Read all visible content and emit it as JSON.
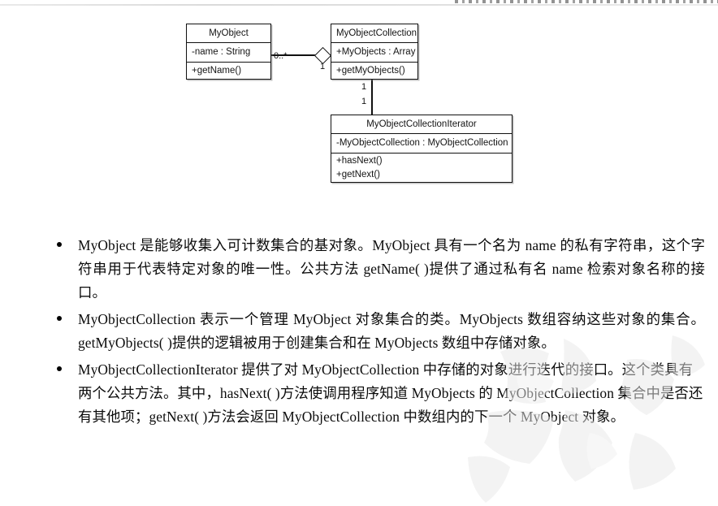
{
  "page": {
    "background_color": "#ffffff",
    "text_color": "#0b0b0b",
    "line_color": "#111111",
    "watermark_color": "#e9e9e9",
    "top_cut_line_note": "partially cropped line of text at the very top edge"
  },
  "diagram": {
    "type": "uml-class-diagram",
    "classes": [
      {
        "id": "myobject",
        "name": "MyObject",
        "attributes": [
          "-name : String"
        ],
        "operations": [
          "+getName()"
        ]
      },
      {
        "id": "myobjectcollection",
        "name": "MyObjectCollection",
        "attributes": [
          "+MyObjects : Array"
        ],
        "operations": [
          "+getMyObjects()"
        ]
      },
      {
        "id": "myobjectcollectioniterator",
        "name": "MyObjectCollectionIterator",
        "attributes": [
          "-MyObjectCollection : MyObjectCollection"
        ],
        "operations": [
          "+hasNext()",
          "+getNext()"
        ]
      }
    ],
    "relationships": [
      {
        "kind": "aggregation",
        "from": "myobject",
        "to": "myobjectcollection",
        "source_multiplicity": "0..*",
        "target_multiplicity": "1"
      },
      {
        "kind": "association",
        "from": "myobjectcollection",
        "to": "myobjectcollectioniterator",
        "source_multiplicity": "1",
        "target_multiplicity": "1"
      }
    ]
  },
  "content": {
    "bullets": [
      {
        "id": "bullet-myobject",
        "text": "MyObject 是能够收集入可计数集合的基对象。MyObject 具有一个名为 name 的私有字符串，这个字符串用于代表特定对象的唯一性。公共方法 getName( )提供了通过私有名 name 检索对象名称的接口。"
      },
      {
        "id": "bullet-myobjectcollection",
        "text": "MyObjectCollection 表示一个管理 MyObject 对象集合的类。MyObjects 数组容纳这些对象的集合。getMyObjects( )提供的逻辑被用于创建集合和在 MyObjects 数组中存储对象。"
      },
      {
        "id": "bullet-myobjectcollectioniterator",
        "text": "MyObjectCollectionIterator 提供了对 MyObjectCollection 中存储的对象进行迭代的接口。这个类具有两个公共方法。其中，hasNext( )方法使调用程序知道 MyObjects 的 MyObjectCollection 集合中是否还有其他项；getNext( )方法会返回 MyObjectCollection 中数组内的下一个 MyObject 对象。"
      }
    ]
  }
}
